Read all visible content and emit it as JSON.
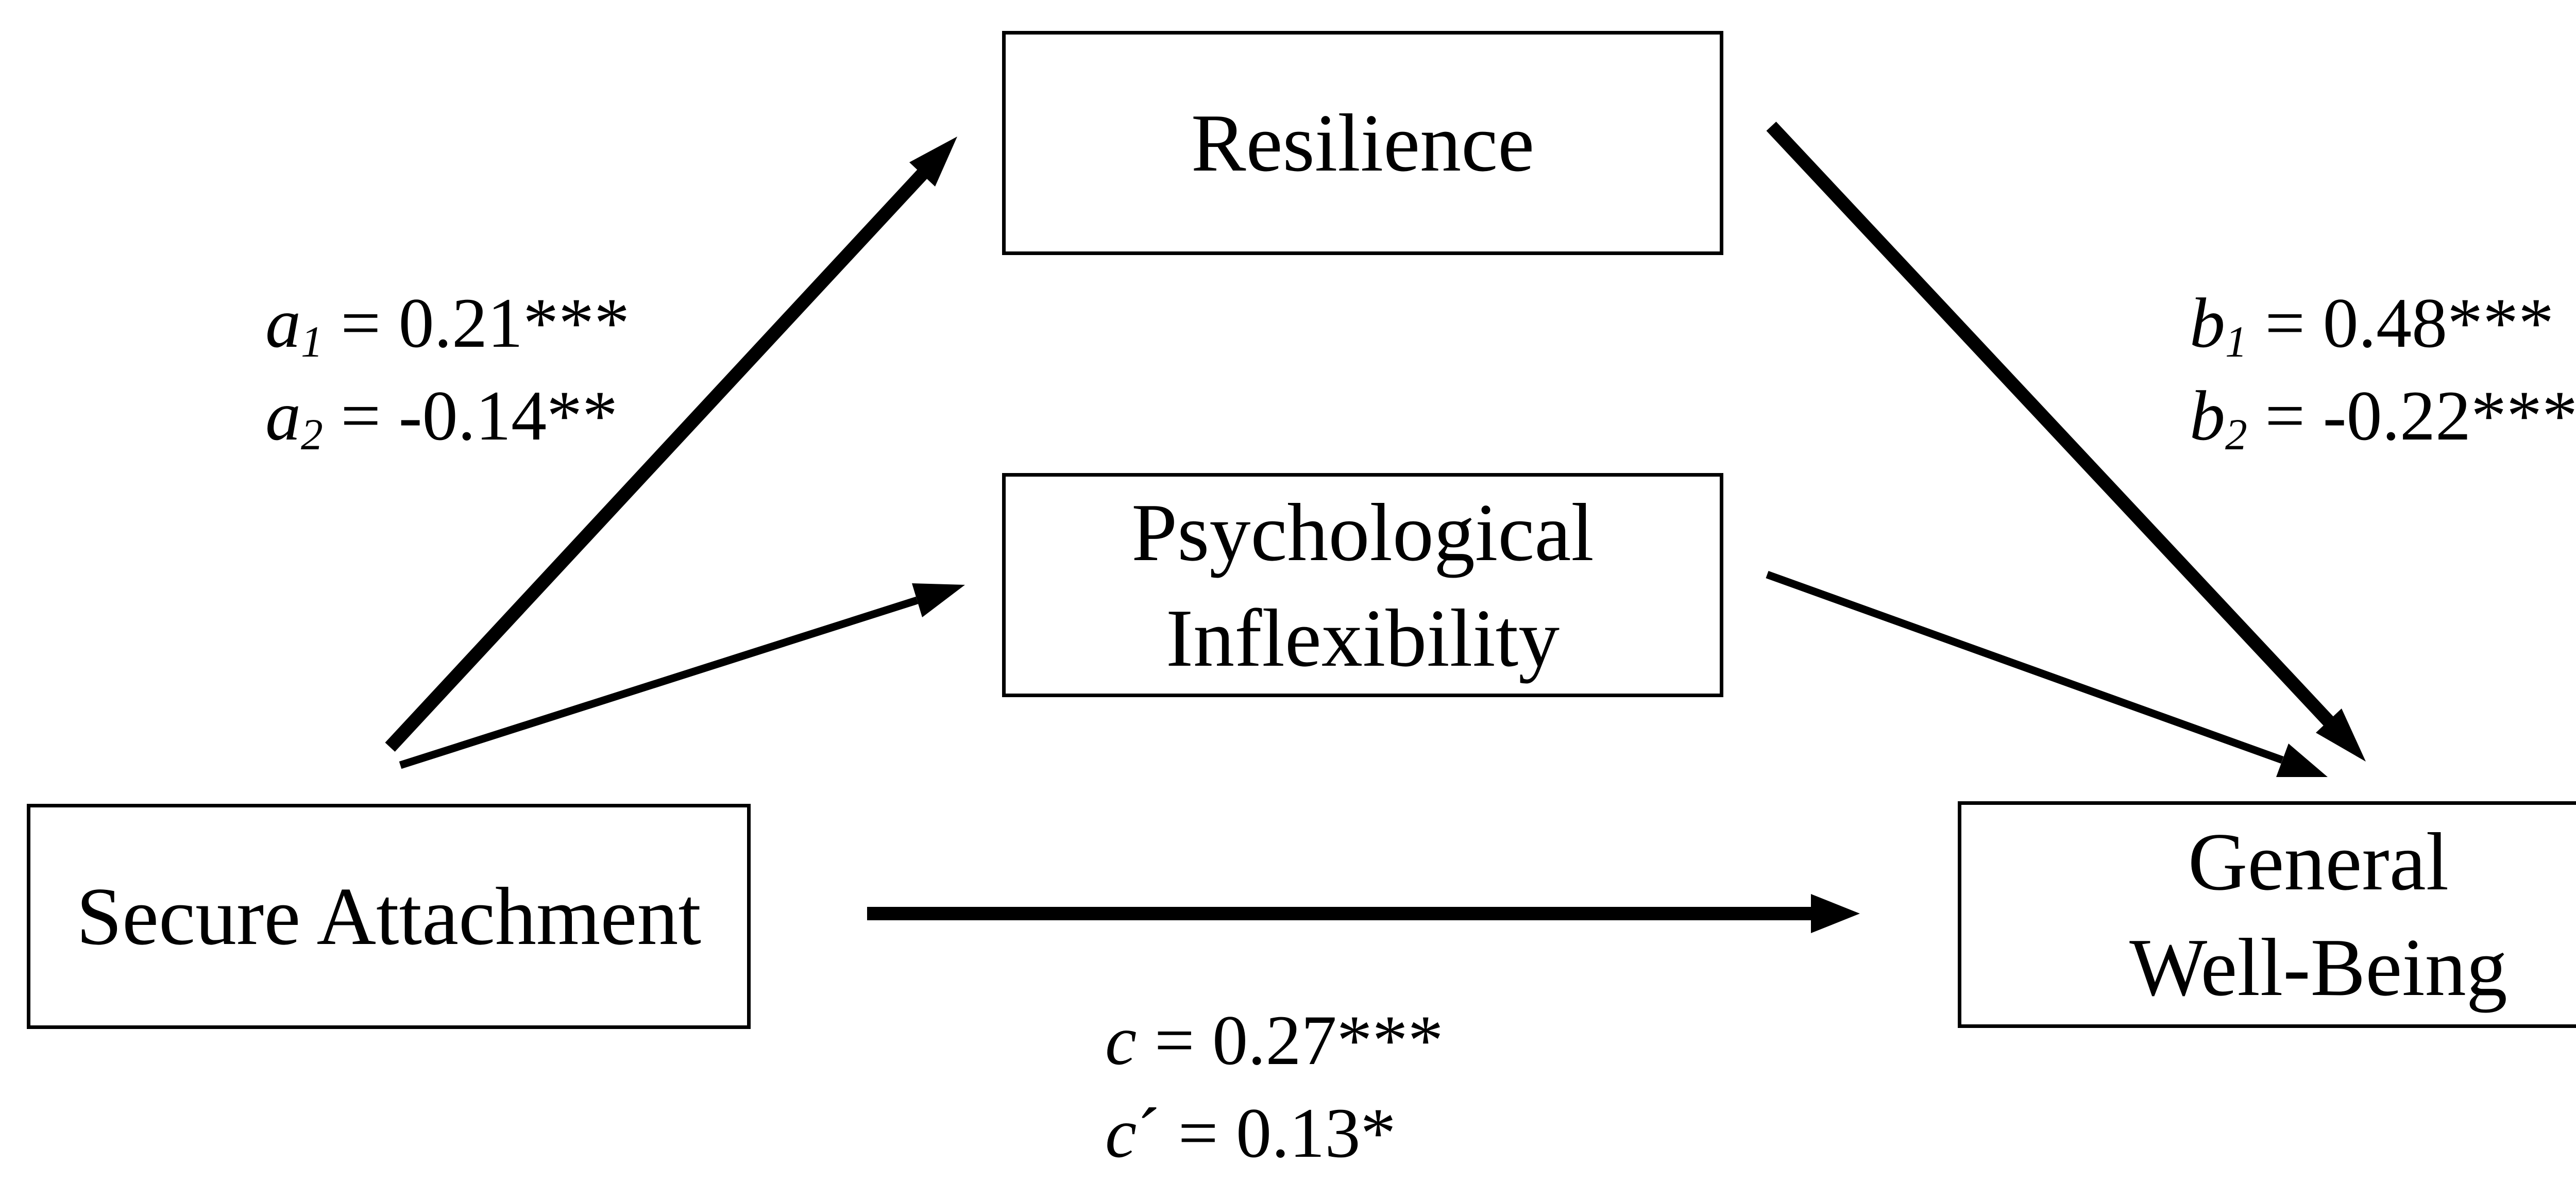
{
  "nodes": {
    "resilience": {
      "lines": [
        "Resilience"
      ]
    },
    "inflexibility": {
      "lines": [
        "Psychological",
        "Inflexibility"
      ]
    },
    "secure_attachment": {
      "lines": [
        "Secure Attachment"
      ]
    },
    "well_being": {
      "lines": [
        "General",
        "Well-Being"
      ]
    }
  },
  "edges": [
    {
      "from": "Secure Attachment",
      "to": "Resilience"
    },
    {
      "from": "Secure Attachment",
      "to": "Psychological Inflexibility"
    },
    {
      "from": "Resilience",
      "to": "General Well-Being"
    },
    {
      "from": "Psychological Inflexibility",
      "to": "General Well-Being"
    },
    {
      "from": "Secure Attachment",
      "to": "General Well-Being"
    }
  ],
  "coefficients": {
    "a1": {
      "symbol": "a",
      "sub": "1",
      "rest": " = 0.21***"
    },
    "a2": {
      "symbol": "a",
      "sub": "2",
      "rest": " = -0.14**"
    },
    "b1": {
      "symbol": "b",
      "sub": "1",
      "rest": " = 0.48***"
    },
    "b2": {
      "symbol": "b",
      "sub": "2",
      "rest": " = -0.22***"
    },
    "c": {
      "symbol": "c",
      "rest": " = 0.27***"
    },
    "c_prime": {
      "symbol": "c",
      "prime": "´",
      "rest": " = 0.13*"
    }
  },
  "colors": {
    "stroke": "#000000",
    "background": "#ffffff"
  }
}
